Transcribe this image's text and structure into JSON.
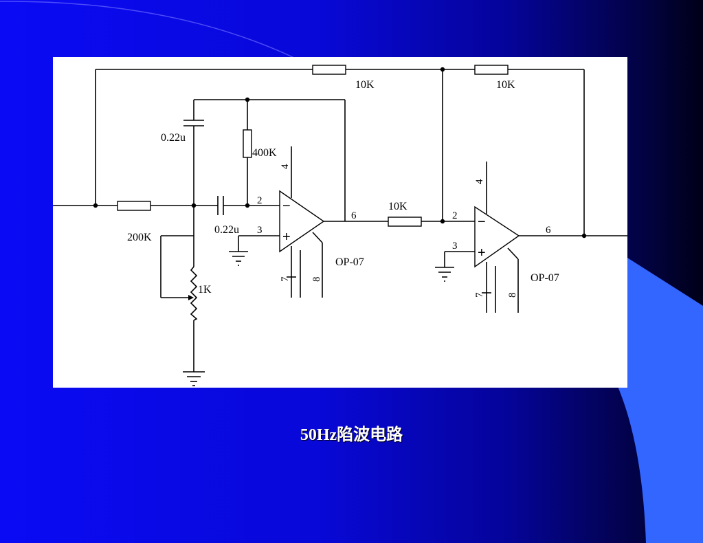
{
  "slide": {
    "caption": "50Hz陷波电路",
    "colors": {
      "background": "#0808d8",
      "accent_shape": "#3366ff",
      "panel": "#ffffff"
    }
  },
  "circuit": {
    "feedback_resistor_1": "10K",
    "feedback_resistor_2": "10K",
    "input_resistor": "200K",
    "bridge_resistor": "400K",
    "capacitor_top": "0.22u",
    "capacitor_series": "0.22u",
    "potentiometer": "1K",
    "interstage_resistor": "10K",
    "opamp1": {
      "model": "OP-07",
      "pin_inverting": "2",
      "pin_noninverting": "3",
      "pin_output": "6",
      "pin_vplus": "4",
      "pin_vminus": "7",
      "pin_null": "8",
      "sign_minus": "−",
      "sign_plus": "+"
    },
    "opamp2": {
      "model": "OP-07",
      "pin_inverting": "2",
      "pin_noninverting": "3",
      "pin_output": "6",
      "pin_vplus": "4",
      "pin_vminus": "7",
      "pin_null": "8",
      "sign_minus": "−",
      "sign_plus": "+"
    }
  }
}
